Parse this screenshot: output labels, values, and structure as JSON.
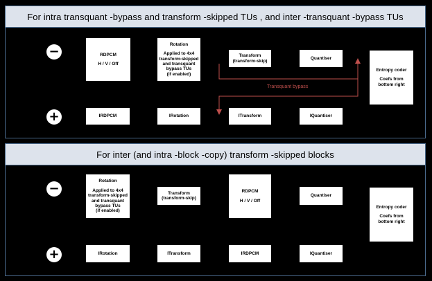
{
  "panel1": {
    "title": "For intra transquant  -bypass and transform  -skipped TUs , and inter -transquant -bypass TUs",
    "minus": "−",
    "plus": "+",
    "rdpcm": {
      "name": "RDPCM",
      "modes": "H / V / Off"
    },
    "rotation": {
      "name": "Rotation",
      "desc": "Applied to 4x4\ntransform-skipped\nand transquant\nbypass TUs\n(if enabled)"
    },
    "transform": {
      "name": "Transform",
      "sub": "(transform-skip)"
    },
    "quantiser": "Quantiser",
    "entropy": {
      "name": "Entropy coder",
      "desc": "Coefs from\nbottom right"
    },
    "irdpcm": "IRDPCM",
    "irotation": "IRotation",
    "itransform": "ITransform",
    "iquantiser": "IQuantiser",
    "bypass_label": "Transquant bypass"
  },
  "panel2": {
    "title": "For inter  (and intra -block -copy) transform  -skipped blocks",
    "minus": "−",
    "plus": "+",
    "rotation": {
      "name": "Rotation",
      "desc": "Applied to 4x4\ntransform-skipped\nand transquant\nbypass TUs\n(if enabled)"
    },
    "transform": {
      "name": "Transform",
      "sub": "(transform-skip)"
    },
    "rdpcm": {
      "name": "RDPCM",
      "modes": "H / V / Off"
    },
    "quantiser": "Quantiser",
    "entropy": {
      "name": "Entropy coder",
      "desc": "Coefs from\nbottom right"
    },
    "irotation": "IRotation",
    "itransform": "ITransform",
    "irdpcm": "IRDPCM",
    "iquantiser": "IQuantiser"
  },
  "colors": {
    "background": "#000000",
    "header": "#dde3ec",
    "border": "#4a6a8c",
    "bypass": "#c0504d"
  }
}
